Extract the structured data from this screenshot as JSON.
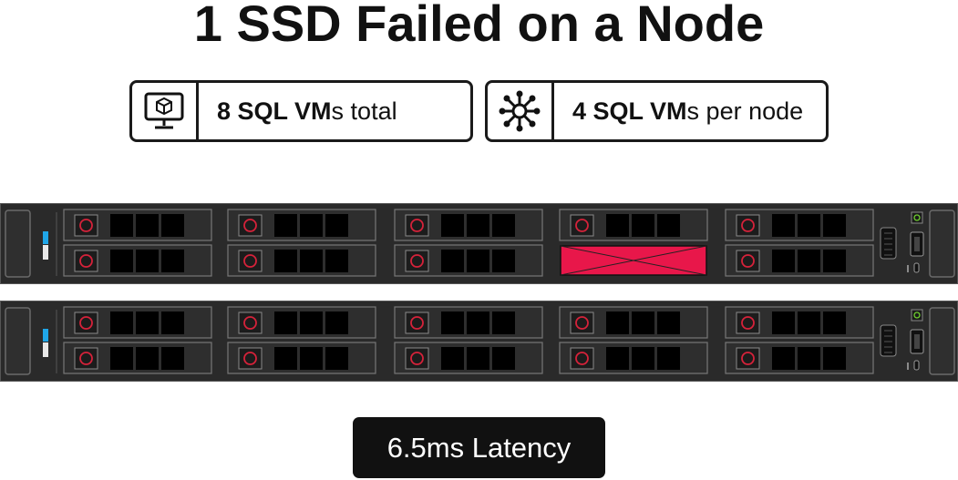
{
  "title": "1 SSD Failed on a Node",
  "info_boxes": [
    {
      "icon": "vm-monitor-icon",
      "bold": "8 SQL VM",
      "rest": "s total"
    },
    {
      "icon": "network-hub-icon",
      "bold": "4 SQL VM",
      "rest": "s per node"
    }
  ],
  "latency": "6.5ms Latency",
  "colors": {
    "failed_drive": "#e8174a",
    "server_body": "#2a2a2a",
    "status_blue": "#1fa6e8",
    "power_led": "#6fcf2f"
  },
  "servers": [
    {
      "failed_bays": [
        {
          "column": 4,
          "row": 2
        }
      ]
    },
    {
      "failed_bays": []
    }
  ]
}
